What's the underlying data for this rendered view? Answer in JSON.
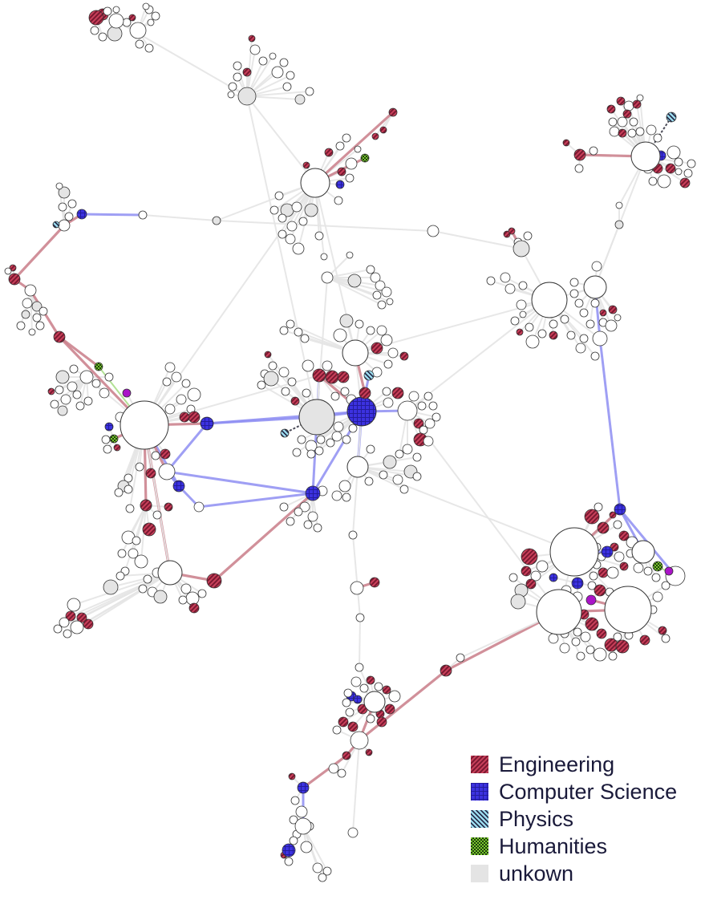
{
  "colors": {
    "engineering": "#a0203c",
    "computer_science": "#3c32e0",
    "physics": "#64c8e6",
    "humanities": "#64b41e",
    "unknown": "#e4e4e4",
    "purple_node": "#aa14c8",
    "edge_neutral": "#e6e6e6",
    "edge_engineering": "#c87882",
    "edge_cs": "#8c8cf0",
    "edge_humanities": "#a0dc78"
  },
  "legend": {
    "items": [
      {
        "label": "Engineering",
        "pattern": "engineering-hatch",
        "color": "#a0203c"
      },
      {
        "label": "Computer Science",
        "pattern": "cs-grid",
        "color": "#3c32e0"
      },
      {
        "label": "Physics",
        "pattern": "physics-hatch",
        "color": "#64c8e6"
      },
      {
        "label": "Humanities",
        "pattern": "humanities-check",
        "color": "#64b41e"
      },
      {
        "label": "unkown",
        "pattern": "unknown-solid",
        "color": "#e4e4e4"
      }
    ]
  }
}
